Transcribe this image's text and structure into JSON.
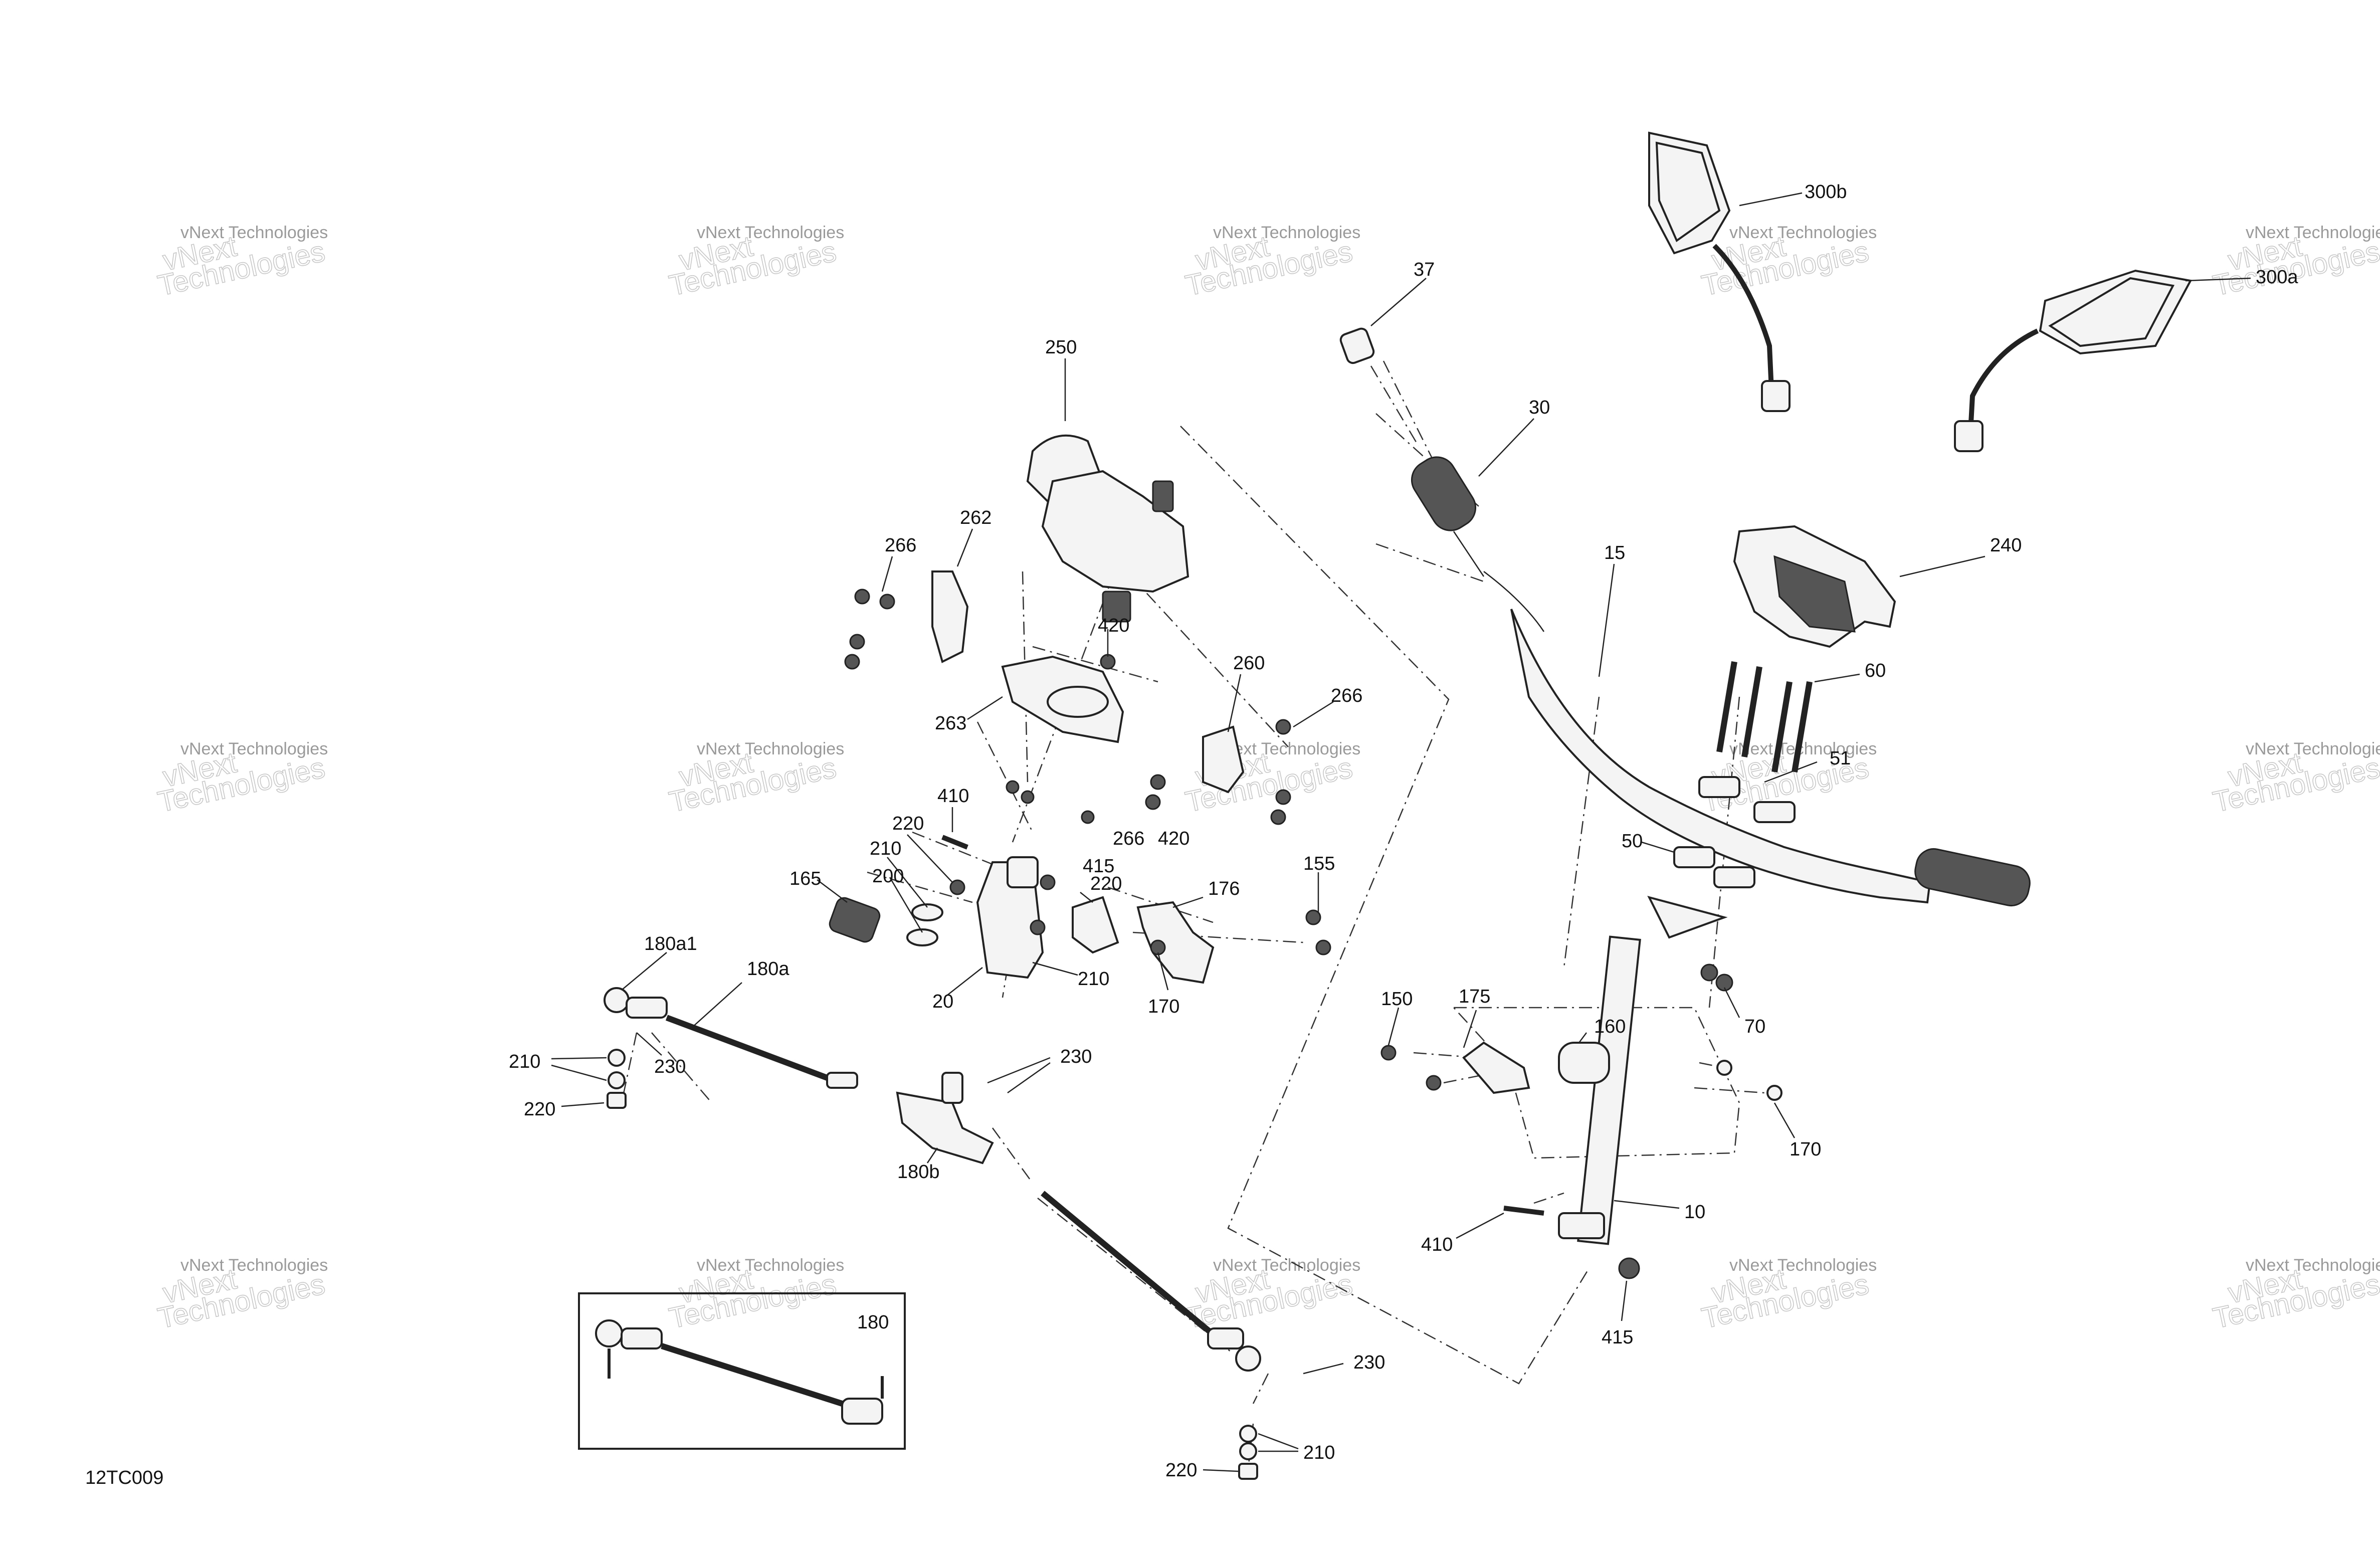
{
  "diagram": {
    "figure_code": "12TC009",
    "watermark": {
      "line1": "vNext Technologies",
      "line2": "vNext",
      "line3": "Technologies"
    },
    "callouts": [
      {
        "id": "c37",
        "text": "37"
      },
      {
        "id": "c300b",
        "text": "300b"
      },
      {
        "id": "c300a",
        "text": "300a"
      },
      {
        "id": "c250",
        "text": "250"
      },
      {
        "id": "c30",
        "text": "30"
      },
      {
        "id": "c262",
        "text": "262"
      },
      {
        "id": "c266a",
        "text": "266"
      },
      {
        "id": "c15",
        "text": "15"
      },
      {
        "id": "c240",
        "text": "240"
      },
      {
        "id": "c420a",
        "text": "420"
      },
      {
        "id": "c260",
        "text": "260"
      },
      {
        "id": "c266b",
        "text": "266"
      },
      {
        "id": "c60",
        "text": "60"
      },
      {
        "id": "c263",
        "text": "263"
      },
      {
        "id": "c51",
        "text": "51"
      },
      {
        "id": "c410a",
        "text": "410"
      },
      {
        "id": "c220a",
        "text": "220"
      },
      {
        "id": "c266c",
        "text": "266"
      },
      {
        "id": "c420b",
        "text": "420"
      },
      {
        "id": "c50",
        "text": "50"
      },
      {
        "id": "c210a",
        "text": "210"
      },
      {
        "id": "c415a",
        "text": "415"
      },
      {
        "id": "c155",
        "text": "155"
      },
      {
        "id": "c165",
        "text": "165"
      },
      {
        "id": "c200",
        "text": "200"
      },
      {
        "id": "c220b",
        "text": "220"
      },
      {
        "id": "c176",
        "text": "176"
      },
      {
        "id": "c180a1",
        "text": "180a1"
      },
      {
        "id": "c180a",
        "text": "180a"
      },
      {
        "id": "c210b",
        "text": "210"
      },
      {
        "id": "c20",
        "text": "20"
      },
      {
        "id": "c170a",
        "text": "170"
      },
      {
        "id": "c150",
        "text": "150"
      },
      {
        "id": "c175",
        "text": "175"
      },
      {
        "id": "c70",
        "text": "70"
      },
      {
        "id": "c160",
        "text": "160"
      },
      {
        "id": "c210c",
        "text": "210"
      },
      {
        "id": "c230a",
        "text": "230"
      },
      {
        "id": "c230b",
        "text": "230"
      },
      {
        "id": "c220c",
        "text": "220"
      },
      {
        "id": "c180b",
        "text": "180b"
      },
      {
        "id": "c170b",
        "text": "170"
      },
      {
        "id": "c10",
        "text": "10"
      },
      {
        "id": "c410b",
        "text": "410"
      },
      {
        "id": "c415b",
        "text": "415"
      },
      {
        "id": "c180",
        "text": "180"
      },
      {
        "id": "c230c",
        "text": "230"
      },
      {
        "id": "c210d",
        "text": "210"
      },
      {
        "id": "c220d",
        "text": "220"
      }
    ]
  }
}
